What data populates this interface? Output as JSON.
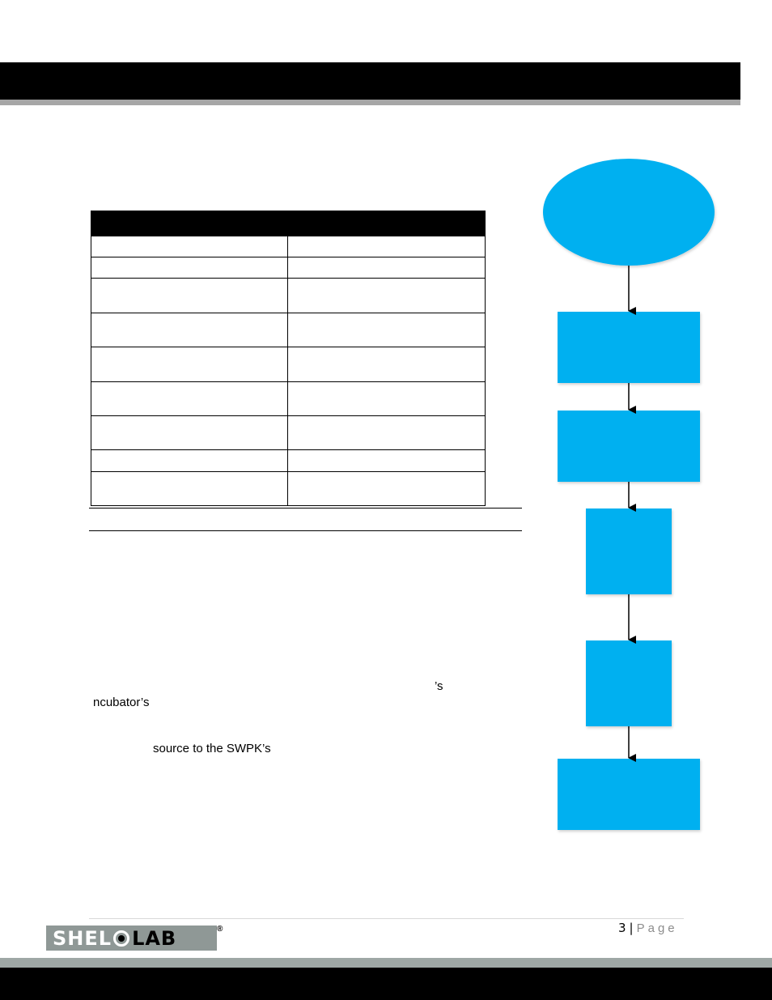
{
  "text_fragments": {
    "possessive_s": "’s",
    "incubators": "ncubator’s",
    "source_line": "source to the SWPK’s"
  },
  "table": {
    "header": [
      "",
      ""
    ],
    "rows": [
      {
        "label": "",
        "value": ""
      },
      {
        "label": "",
        "value": ""
      },
      {
        "label": "",
        "value": ""
      },
      {
        "label": "",
        "value": ""
      },
      {
        "label": "",
        "value": ""
      },
      {
        "label": "",
        "value": ""
      },
      {
        "label": "",
        "value": ""
      },
      {
        "label": "",
        "value": ""
      },
      {
        "label": "",
        "value": ""
      }
    ]
  },
  "flowchart": {
    "fill_color": "#00b0f0",
    "edge_color": "#000000"
  },
  "footer": {
    "page_number": "3",
    "separator": "|",
    "page_label": "Page",
    "logo_text_left": "SHEL",
    "logo_text_right": "LAB",
    "logo_mark": "®",
    "logo_color": "#8f9896"
  }
}
